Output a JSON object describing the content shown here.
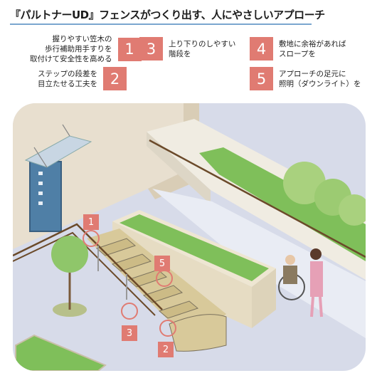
{
  "title": "『パルトナーUD』フェンスがつくり出す、人にやさしいアプローチ",
  "items": [
    {
      "num": "1",
      "text": "握りやすい笠木の\n歩行補助用手すりを\n取付けて安全性を高める"
    },
    {
      "num": "2",
      "text": "ステップの段差を\n目立たせる工夫を"
    },
    {
      "num": "3",
      "text": "上り下りのしやすい\n階段を"
    },
    {
      "num": "4",
      "text": "敷地に余裕があれば\nスロープを"
    },
    {
      "num": "5",
      "text": "アプローチの足元に\n照明（ダウンライト）を"
    }
  ],
  "markers": [
    "1",
    "2",
    "3",
    "5"
  ],
  "colors": {
    "badge": "#e07b72",
    "rule": "#7aa6cf",
    "door": "#4f7fa6",
    "grass": "#7fbf5a"
  }
}
